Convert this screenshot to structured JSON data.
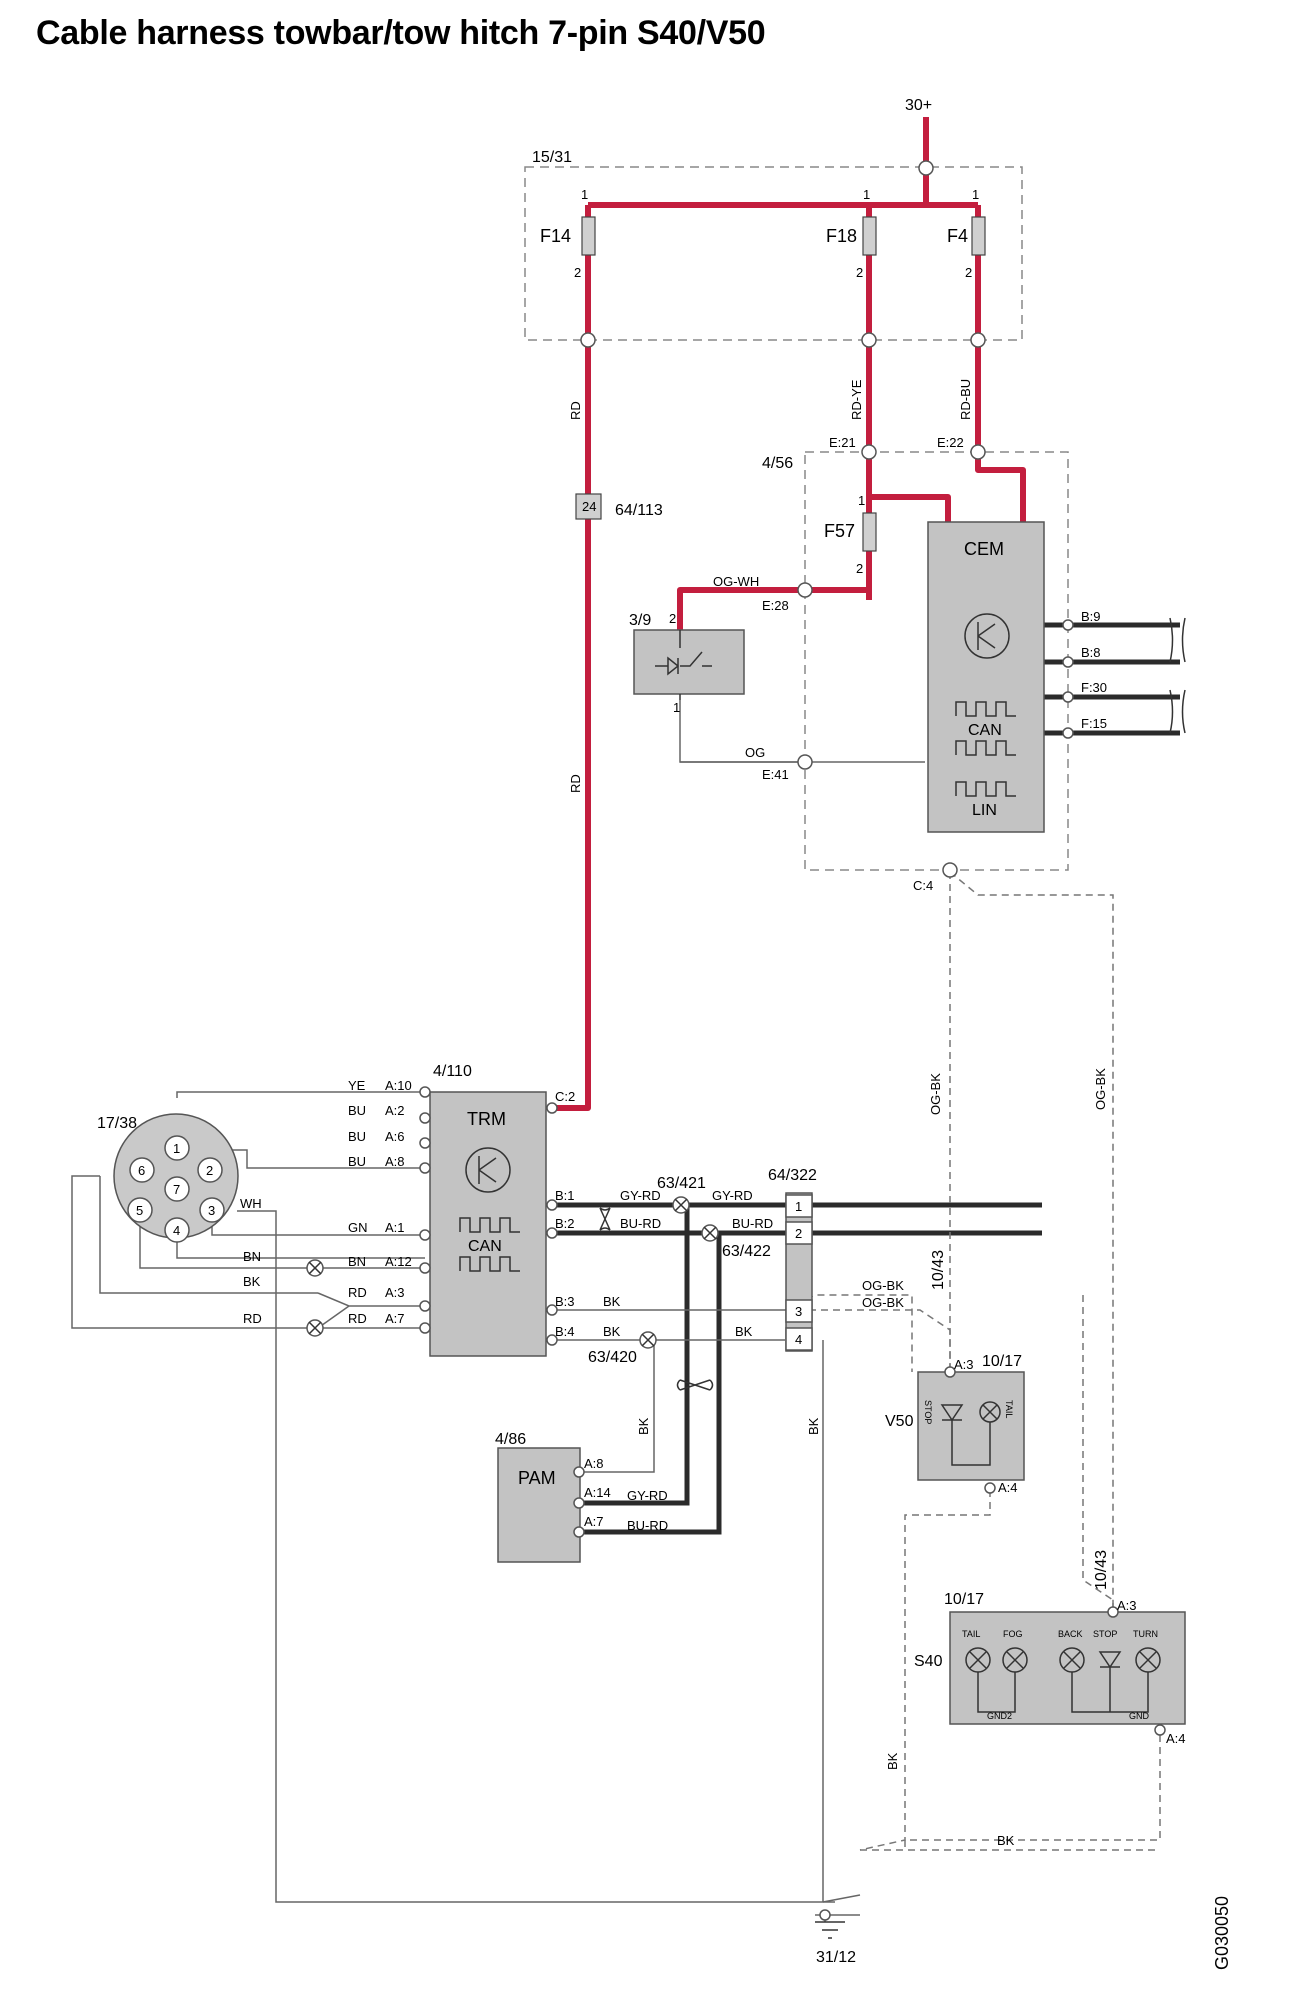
{
  "title": "Cable harness towbar/tow hitch 7-pin S40/V50",
  "doc_code": "G030050",
  "power": {
    "supply": "30+",
    "fuse_box": "15/31"
  },
  "fuses": {
    "f14": "F14",
    "f18": "F18",
    "f4": "F4",
    "f57": "F57",
    "pin1": "1",
    "pin2": "2"
  },
  "wire_colors": {
    "rd": "RD",
    "rd_ye": "RD-YE",
    "rd_bu": "RD-BU",
    "og_wh": "OG-WH",
    "og": "OG",
    "og_bk": "OG-BK",
    "ye": "YE",
    "bu": "BU",
    "wh": "WH",
    "gn": "GN",
    "bn": "BN",
    "bk": "BK",
    "gy_rd": "GY-RD",
    "bu_rd": "BU-RD"
  },
  "connectors": {
    "c_64_113": "64/113",
    "pin24": "24",
    "c_3_9": "3/9",
    "c_4_56": "4/56",
    "e21": "E:21",
    "e22": "E:22",
    "e28": "E:28",
    "e41": "E:41",
    "c4": "C:4",
    "b9": "B:9",
    "b8": "B:8",
    "f30": "F:30",
    "f15": "F:15",
    "c_17_38": "17/38",
    "c_4_110": "4/110",
    "c2": "C:2",
    "a10": "A:10",
    "a2": "A:2",
    "a6": "A:6",
    "a8": "A:8",
    "a1": "A:1",
    "a12": "A:12",
    "a3": "A:3",
    "a7": "A:7",
    "b1": "B:1",
    "b2": "B:2",
    "b3": "B:3",
    "b4": "B:4",
    "c_63_421": "63/421",
    "c_63_422": "63/422",
    "c_63_420": "63/420",
    "c_64_322": "64/322",
    "c_10_43": "10/43",
    "c_10_17": "10/17",
    "c_4_86": "4/86",
    "pam_a8": "A:8",
    "pam_a14": "A:14",
    "pam_a7": "A:7",
    "l_a3": "A:3",
    "l_a4": "A:4",
    "ground": "31/12",
    "term1": "1",
    "term2": "2",
    "term3": "3",
    "term4": "4"
  },
  "modules": {
    "cem": "CEM",
    "trm": "TRM",
    "pam": "PAM",
    "can": "CAN",
    "lin": "LIN"
  },
  "socket_pins": [
    "1",
    "2",
    "3",
    "4",
    "5",
    "6",
    "7"
  ],
  "switch_pins": {
    "p1": "1",
    "p2": "2"
  },
  "lamps": {
    "v50": "V50",
    "s40": "S40",
    "stop": "STOP",
    "tail": "TAIL",
    "fog": "FOG",
    "back": "BACK",
    "turn": "TURN",
    "gnd": "GND",
    "gnd2": "GND2"
  },
  "colors": {
    "power_wire": "#c31e3e",
    "module_fill": "#c3c3c3",
    "bus_wire": "#2b2b2b"
  }
}
